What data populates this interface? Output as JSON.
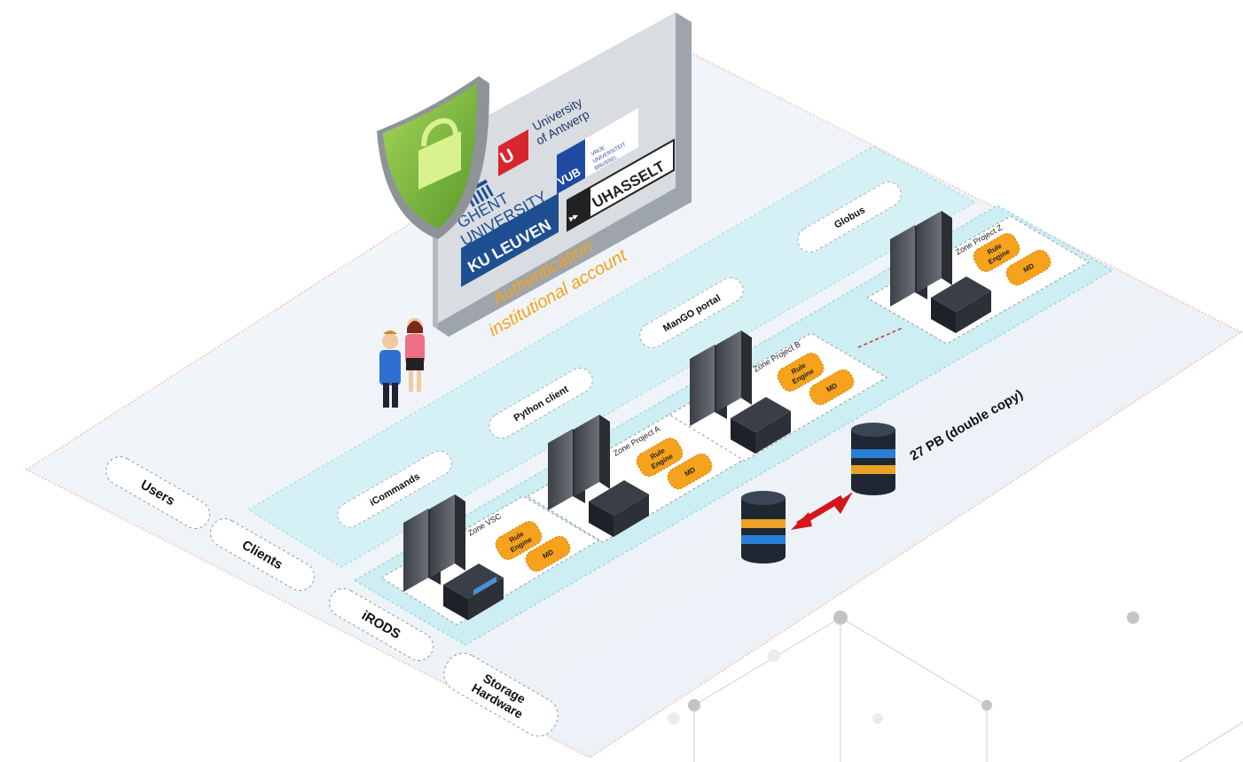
{
  "layers": {
    "users": "Users",
    "clients": "Clients",
    "irods": "iRODS",
    "storage_line1": "Storage",
    "storage_line2": "Hardware"
  },
  "clients": {
    "icommands": "iCommands",
    "python": "Python client",
    "mango": "ManGO portal",
    "globus": "Globus"
  },
  "auth": {
    "line1": "Authentication",
    "line2": "institutional account"
  },
  "institutions": {
    "antwerp_line1": "University",
    "antwerp_line2": "of Antwerp",
    "vub_logo": "VUB",
    "vub_line1": "VRIJE",
    "vub_line2": "UNIVERSITEIT",
    "vub_line3": "BRUSSEL",
    "ghent_line1": "GHENT",
    "ghent_line2": "UNIVERSITY",
    "hasselt": "UHASSELT",
    "leuven": "KU LEUVEN"
  },
  "zones": [
    {
      "name": "Zone  VSC",
      "rule_line1": "Rule",
      "rule_line2": "Engine",
      "md": "MD"
    },
    {
      "name": "Zone  Project A",
      "rule_line1": "Rule",
      "rule_line2": "Engine",
      "md": "MD"
    },
    {
      "name": "Zone  Project B",
      "rule_line1": "Rule",
      "rule_line2": "Engine",
      "md": "MD"
    },
    {
      "name": "Zone  Project Z",
      "rule_line1": "Rule",
      "rule_line2": "Engine",
      "md": "MD"
    }
  ],
  "storage": {
    "capacity": "27 PB (double copy)"
  },
  "colors": {
    "orange": "#f6a21c",
    "teal_band": "#cdeef3",
    "shield_green": "#8bc34a",
    "kuleuven_blue": "#1d4f91",
    "antwerp_red": "#d7262f",
    "arrow_red": "#d4161c",
    "db_blue": "#2a7fd4",
    "db_gold": "#e9a227"
  }
}
